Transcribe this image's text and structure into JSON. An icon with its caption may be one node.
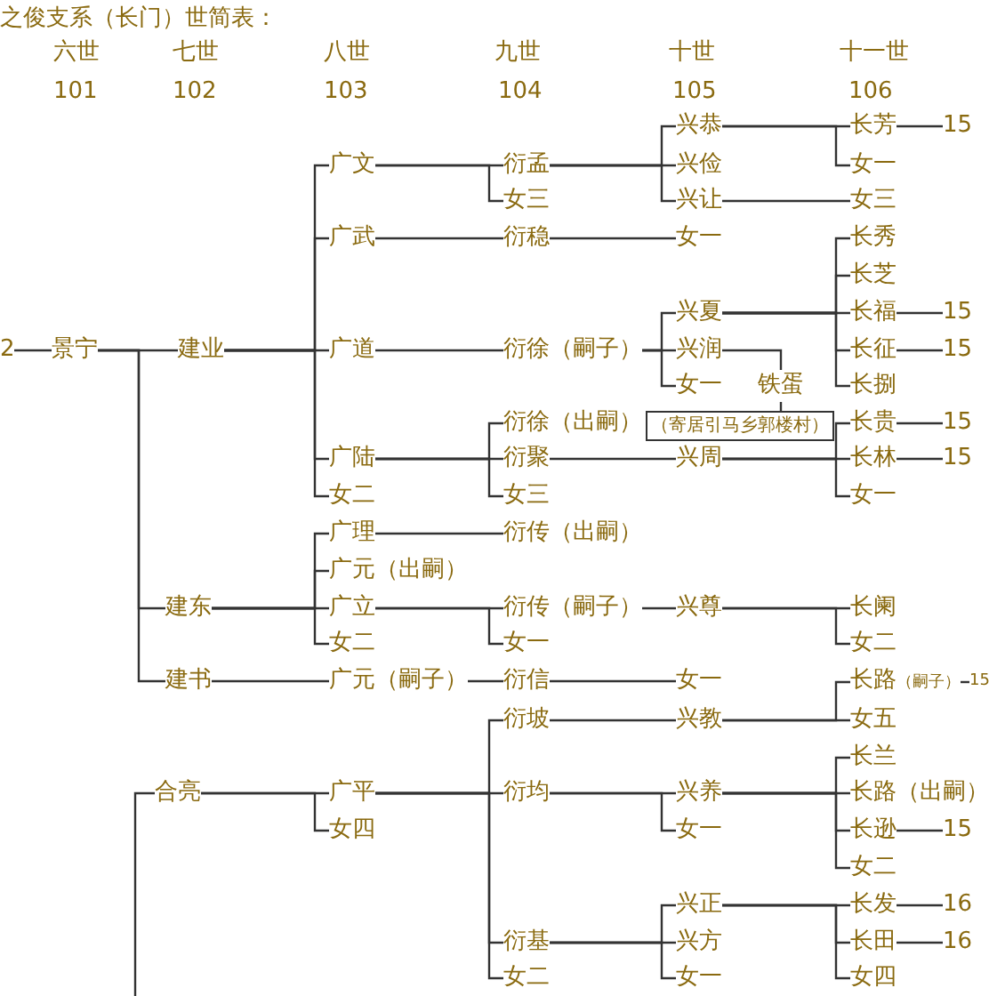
{
  "diagram": {
    "title": "之俊支系（长门）世简表：",
    "nodes": [
      {
        "text": [
          "2"
        ]
      },
      {
        "text": [
          "景宁"
        ]
      },
      {
        "text": [
          "建业"
        ]
      },
      {
        "text": [
          "广文"
        ]
      },
      {
        "text": [
          "衍孟"
        ]
      },
      {
        "text": [
          "兴恭"
        ]
      },
      {
        "text": [
          "长芳"
        ]
      },
      {
        "text": [
          "15"
        ]
      },
      {
        "text": [
          "女一"
        ]
      },
      {
        "text": [
          "兴俭"
        ]
      },
      {
        "text": [
          "兴让"
        ]
      },
      {
        "text": [
          "女三"
        ]
      },
      {
        "text": [
          "女三"
        ]
      },
      {
        "text": [
          "广武"
        ]
      },
      {
        "text": [
          "衍稳"
        ]
      },
      {
        "text": [
          "女一"
        ]
      },
      {
        "text": [
          "广道"
        ]
      },
      {
        "text": [
          "衍徐（嗣子）"
        ]
      },
      {
        "text": [
          "兴夏"
        ]
      },
      {
        "text": [
          "长秀"
        ]
      },
      {
        "text": [
          "长芝"
        ]
      },
      {
        "text": [
          "长福"
        ]
      },
      {
        "text": [
          "15"
        ]
      },
      {
        "text": [
          "长征"
        ]
      },
      {
        "text": [
          "15"
        ]
      },
      {
        "text": [
          "长捌"
        ]
      },
      {
        "text": [
          "兴润"
        ]
      },
      {
        "text": [
          "铁蛋"
        ]
      },
      {
        "text": [
          "（寄居引马乡郭楼村）"
        ]
      },
      {
        "text": [
          "女一"
        ]
      },
      {
        "text": [
          "广陆"
        ]
      },
      {
        "text": [
          "衍徐（出嗣）"
        ]
      },
      {
        "text": [
          "衍聚"
        ]
      },
      {
        "text": [
          "兴周"
        ]
      },
      {
        "text": [
          "长贵"
        ]
      },
      {
        "text": [
          "15"
        ]
      },
      {
        "text": [
          "长林"
        ]
      },
      {
        "text": [
          "15"
        ]
      },
      {
        "text": [
          "女一"
        ]
      },
      {
        "text": [
          "女三"
        ]
      },
      {
        "text": [
          "女二"
        ]
      },
      {
        "text": [
          "建东"
        ]
      },
      {
        "text": [
          "广理"
        ]
      },
      {
        "text": [
          "衍传（出嗣）"
        ]
      },
      {
        "text": [
          "广元（出嗣）"
        ]
      },
      {
        "text": [
          "广立"
        ]
      },
      {
        "text": [
          "衍传（嗣子）"
        ]
      },
      {
        "text": [
          "兴尊"
        ]
      },
      {
        "text": [
          "长阑"
        ]
      },
      {
        "text": [
          "女二"
        ]
      },
      {
        "text": [
          "女一"
        ]
      },
      {
        "text": [
          "女二"
        ]
      },
      {
        "text": [
          "建书"
        ]
      },
      {
        "text": [
          "广元（嗣子）"
        ]
      },
      {
        "text": [
          "衍信"
        ]
      },
      {
        "text": [
          "女一"
        ]
      },
      {
        "text": [
          "合亮"
        ]
      },
      {
        "text": [
          "广平"
        ]
      },
      {
        "text": [
          "衍坡"
        ]
      },
      {
        "text": [
          "兴教"
        ]
      },
      {
        "text": [
          "长路"
        ],
        "beside": [
          "（嗣子）"
        ]
      },
      {
        "text": [
          "15"
        ]
      },
      {
        "text": [
          "女五"
        ]
      },
      {
        "text": [
          "衍均"
        ]
      },
      {
        "text": [
          "兴养"
        ]
      },
      {
        "text": [
          "长兰"
        ]
      },
      {
        "text": [
          "长路（出嗣）"
        ]
      },
      {
        "text": [
          "长逊"
        ]
      },
      {
        "text": [
          "15"
        ]
      },
      {
        "text": [
          "女二"
        ]
      },
      {
        "text": [
          "女一"
        ]
      },
      {
        "text": [
          "衍基"
        ]
      },
      {
        "text": [
          "兴正"
        ]
      },
      {
        "text": [
          "长发"
        ]
      },
      {
        "text": [
          "16"
        ]
      },
      {
        "text": [
          "长田"
        ]
      },
      {
        "text": [
          "16"
        ]
      },
      {
        "text": [
          "女四"
        ]
      },
      {
        "text": [
          "兴方"
        ]
      },
      {
        "text": [
          "女一"
        ]
      },
      {
        "text": [
          "女二"
        ]
      },
      {
        "text": [
          "女四"
        ]
      }
    ],
    "edges": [
      {
        "from": 0,
        "to": 1,
        "arrow": "none"
      },
      {
        "from": 1,
        "to": 2,
        "arrow": "none"
      },
      {
        "from": 1,
        "to": 41,
        "arrow": "none"
      },
      {
        "from": 1,
        "to": 52,
        "arrow": "none"
      },
      {
        "from": 2,
        "to": 3,
        "arrow": "none"
      },
      {
        "from": 2,
        "to": 13,
        "arrow": "none"
      },
      {
        "from": 2,
        "to": 16,
        "arrow": "none"
      },
      {
        "from": 2,
        "to": 30,
        "arrow": "none"
      },
      {
        "from": 2,
        "to": 40,
        "arrow": "none"
      },
      {
        "from": 3,
        "to": 4,
        "arrow": "none"
      },
      {
        "from": 3,
        "to": 12,
        "arrow": "none"
      },
      {
        "from": 4,
        "to": 5,
        "arrow": "none"
      },
      {
        "from": 4,
        "to": 9,
        "arrow": "none"
      },
      {
        "from": 4,
        "to": 10,
        "arrow": "none"
      },
      {
        "from": 5,
        "to": 6,
        "arrow": "none"
      },
      {
        "from": 5,
        "to": 8,
        "arrow": "none"
      },
      {
        "from": 6,
        "to": 7,
        "arrow": "none"
      },
      {
        "from": 10,
        "to": 11,
        "arrow": "none"
      },
      {
        "from": 13,
        "to": 14,
        "arrow": "none"
      },
      {
        "from": 14,
        "to": 15,
        "arrow": "none"
      },
      {
        "from": 16,
        "to": 17,
        "arrow": "none"
      },
      {
        "from": 17,
        "to": 18,
        "arrow": "none"
      },
      {
        "from": 17,
        "to": 26,
        "arrow": "none"
      },
      {
        "from": 17,
        "to": 29,
        "arrow": "none"
      },
      {
        "from": 18,
        "to": 19,
        "arrow": "none"
      },
      {
        "from": 18,
        "to": 20,
        "arrow": "none"
      },
      {
        "from": 18,
        "to": 21,
        "arrow": "none"
      },
      {
        "from": 18,
        "to": 23,
        "arrow": "none"
      },
      {
        "from": 18,
        "to": 25,
        "arrow": "none"
      },
      {
        "from": 21,
        "to": 22,
        "arrow": "none"
      },
      {
        "from": 23,
        "to": 24,
        "arrow": "none"
      },
      {
        "from": 26,
        "to": 27,
        "arrow": "none"
      },
      {
        "from": 27,
        "to": 28,
        "arrow": "none"
      },
      {
        "from": 30,
        "to": 31,
        "arrow": "none"
      },
      {
        "from": 30,
        "to": 32,
        "arrow": "none"
      },
      {
        "from": 30,
        "to": 39,
        "arrow": "none"
      },
      {
        "from": 32,
        "to": 33,
        "arrow": "none"
      },
      {
        "from": 33,
        "to": 34,
        "arrow": "none"
      },
      {
        "from": 33,
        "to": 36,
        "arrow": "none"
      },
      {
        "from": 33,
        "to": 38,
        "arrow": "none"
      },
      {
        "from": 34,
        "to": 35,
        "arrow": "none"
      },
      {
        "from": 36,
        "to": 37,
        "arrow": "none"
      },
      {
        "from": 41,
        "to": 42,
        "arrow": "none"
      },
      {
        "from": 41,
        "to": 44,
        "arrow": "none"
      },
      {
        "from": 41,
        "to": 45,
        "arrow": "none"
      },
      {
        "from": 41,
        "to": 51,
        "arrow": "none"
      },
      {
        "from": 42,
        "to": 43,
        "arrow": "none"
      },
      {
        "from": 45,
        "to": 46,
        "arrow": "none"
      },
      {
        "from": 45,
        "to": 50,
        "arrow": "none"
      },
      {
        "from": 46,
        "to": 47,
        "arrow": "none"
      },
      {
        "from": 47,
        "to": 48,
        "arrow": "none"
      },
      {
        "from": 47,
        "to": 49,
        "arrow": "none"
      },
      {
        "from": 52,
        "to": 53,
        "arrow": "none"
      },
      {
        "from": 53,
        "to": 54,
        "arrow": "none"
      },
      {
        "from": 54,
        "to": 55,
        "arrow": "none"
      },
      {
        "from": null,
        "to": 56,
        "arrow": "none"
      },
      {
        "from": 56,
        "to": 57,
        "arrow": "none"
      },
      {
        "from": 56,
        "to": 81,
        "arrow": "none"
      },
      {
        "from": 57,
        "to": 58,
        "arrow": "none"
      },
      {
        "from": 57,
        "to": 63,
        "arrow": "none"
      },
      {
        "from": 57,
        "to": 71,
        "arrow": "none"
      },
      {
        "from": 57,
        "to": 80,
        "arrow": "none"
      },
      {
        "from": 58,
        "to": 59,
        "arrow": "none"
      },
      {
        "from": 59,
        "to": 60,
        "arrow": "none"
      },
      {
        "from": 59,
        "to": 62,
        "arrow": "none"
      },
      {
        "from": 60,
        "to": 61,
        "arrow": "none"
      },
      {
        "from": 63,
        "to": 64,
        "arrow": "none"
      },
      {
        "from": 63,
        "to": 70,
        "arrow": "none"
      },
      {
        "from": 64,
        "to": 65,
        "arrow": "none"
      },
      {
        "from": 64,
        "to": 66,
        "arrow": "none"
      },
      {
        "from": 64,
        "to": 67,
        "arrow": "none"
      },
      {
        "from": 64,
        "to": 69,
        "arrow": "none"
      },
      {
        "from": 67,
        "to": 68,
        "arrow": "none"
      },
      {
        "from": 71,
        "to": 72,
        "arrow": "none"
      },
      {
        "from": 71,
        "to": 78,
        "arrow": "none"
      },
      {
        "from": 71,
        "to": 79,
        "arrow": "none"
      },
      {
        "from": 72,
        "to": 73,
        "arrow": "none"
      },
      {
        "from": 72,
        "to": 75,
        "arrow": "none"
      },
      {
        "from": 72,
        "to": 77,
        "arrow": "none"
      },
      {
        "from": 73,
        "to": 74,
        "arrow": "none"
      },
      {
        "from": 75,
        "to": 76,
        "arrow": "none"
      }
    ],
    "labels": [
      "六世",
      "七世",
      "八世",
      "九世",
      "十世",
      "十一世",
      "101",
      "102",
      "103",
      "104",
      "105",
      "106"
    ]
  }
}
